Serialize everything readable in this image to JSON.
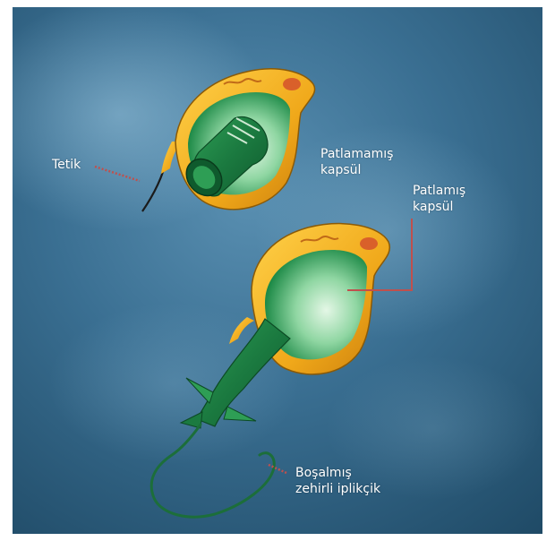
{
  "labels": {
    "trigger": "Tetik",
    "unfired_capsule": [
      "Patlamamış",
      "kapsül"
    ],
    "fired_capsule": [
      "Patlamış",
      "kapsül"
    ],
    "discharged_thread": [
      "Boşalmış",
      "zehirli iplikçik"
    ]
  },
  "colors": {
    "background_dark": "#24506b",
    "background_light": "#4f86a8",
    "capsule_wall": "#f2b21c",
    "capsule_inner": "#1f8a4a",
    "capsule_light": "#b9e8c4",
    "pointer_line": "#c0504d"
  }
}
